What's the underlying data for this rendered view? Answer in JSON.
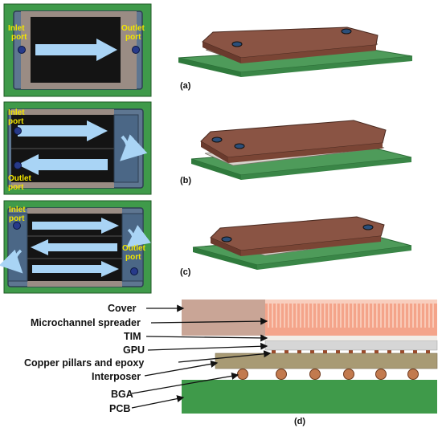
{
  "panels": {
    "a": {
      "tag": "(a)",
      "inlet": [
        "Inlet",
        "port"
      ],
      "outlet": [
        "Outlet",
        "port"
      ]
    },
    "b": {
      "tag": "(b)",
      "inlet": [
        "Inlet",
        "port"
      ],
      "outlet": [
        "Outlet",
        "port"
      ]
    },
    "c": {
      "tag": "(c)",
      "inlet": [
        "Inlet",
        "port"
      ],
      "outlet": [
        "Outlet",
        "port"
      ]
    },
    "d": {
      "tag": "(d)"
    }
  },
  "layers": [
    "Cover",
    "Microchannel spreader",
    "TIM",
    "GPU",
    "Copper pillars and epoxy",
    "Interposer",
    "BGA",
    "PCB"
  ],
  "colors": {
    "pcb_green": "#3f9a4a",
    "cover_grey": "#5e7691",
    "channel_black": "#141414",
    "flow_arrow": "#a9d4f5",
    "port_yellow": "#f2e600",
    "copper": "#7b4a3a",
    "spreader_orange": "#f4a48a",
    "interposer_tan": "#a89a74"
  },
  "icons": [
    "flow-arrow-icon",
    "u-turn-arrow-icon",
    "port-circle-icon",
    "pointer-arrow-icon"
  ]
}
